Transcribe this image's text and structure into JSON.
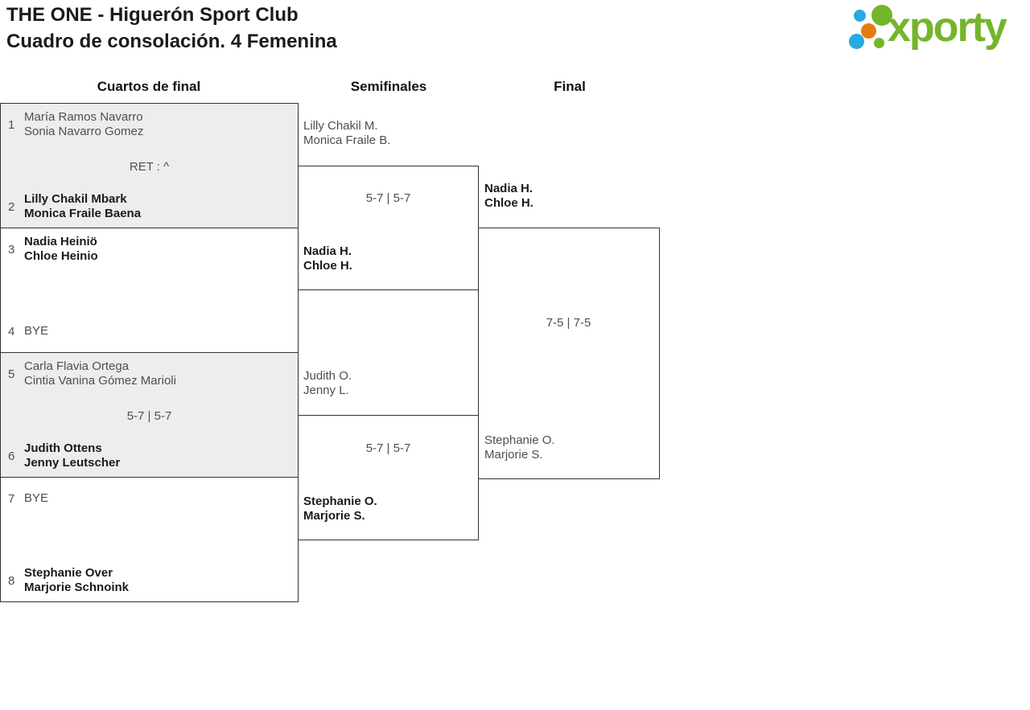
{
  "page": {
    "title_line1": "THE ONE - Higuerón Sport Club",
    "title_line2": "Cuadro de consolación. 4 Femenina"
  },
  "logo": {
    "text": "xporty",
    "colors": {
      "green": "#74b52c",
      "blue": "#29a9e1",
      "orange": "#e57a10"
    }
  },
  "rounds": [
    {
      "label": "Cuartos de final"
    },
    {
      "label": "Semifinales"
    },
    {
      "label": "Final"
    }
  ],
  "quarterfinals": [
    {
      "score": "RET : ^",
      "top": {
        "seed": "1",
        "players": [
          "María Ramos Navarro",
          "Sonia Navarro Gomez"
        ],
        "winner": false
      },
      "bottom": {
        "seed": "2",
        "players": [
          "Lilly Chakil Mbark",
          "Monica Fraile Baena"
        ],
        "winner": true
      }
    },
    {
      "score": "",
      "top": {
        "seed": "3",
        "players": [
          "Nadia Heiniö",
          "Chloe Heinio"
        ],
        "winner": true
      },
      "bottom": {
        "seed": "4",
        "players": [
          "BYE"
        ],
        "winner": false
      }
    },
    {
      "score": "5-7 | 5-7",
      "top": {
        "seed": "5",
        "players": [
          "Carla Flavia Ortega",
          "Cintia Vanina Gómez Marioli"
        ],
        "winner": false
      },
      "bottom": {
        "seed": "6",
        "players": [
          "Judith Ottens",
          "Jenny Leutscher"
        ],
        "winner": true
      }
    },
    {
      "score": "",
      "top": {
        "seed": "7",
        "players": [
          "BYE"
        ],
        "winner": false
      },
      "bottom": {
        "seed": "8",
        "players": [
          "Stephanie Over",
          "Marjorie Schnoink"
        ],
        "winner": true
      }
    }
  ],
  "semifinals": [
    {
      "score": "5-7 | 5-7",
      "top": {
        "players": [
          "Lilly Chakil M.",
          "Monica Fraile B."
        ],
        "winner": false
      },
      "bottom": {
        "players": [
          "Nadia H.",
          "Chloe H."
        ],
        "winner": true
      }
    },
    {
      "score": "5-7 | 5-7",
      "top": {
        "players": [
          "Judith O.",
          "Jenny L."
        ],
        "winner": false
      },
      "bottom": {
        "players": [
          "Stephanie O.",
          "Marjorie S."
        ],
        "winner": true
      }
    }
  ],
  "final": {
    "score": "7-5 | 7-5",
    "top": {
      "players": [
        "Nadia H.",
        "Chloe H."
      ],
      "winner": true
    },
    "bottom": {
      "players": [
        "Stephanie O.",
        "Marjorie S."
      ],
      "winner": false
    }
  }
}
